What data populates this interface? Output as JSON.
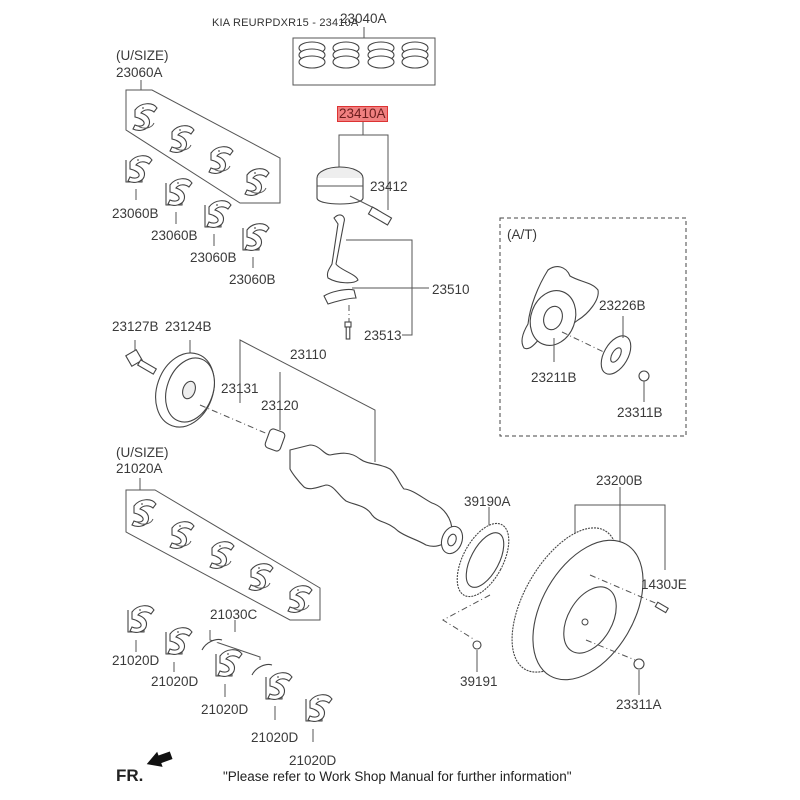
{
  "title": "KIA REURPDXR15 - 23410A",
  "highlighted_part": "23410A",
  "labels": {
    "p23040A": "23040A",
    "p23410A": "23410A",
    "p23412": "23412",
    "p23510": "23510",
    "p23513": "23513",
    "usize_top": "(U/SIZE)",
    "p23060A": "23060A",
    "p23060B_1": "23060B",
    "p23060B_2": "23060B",
    "p23060B_3": "23060B",
    "p23060B_4": "23060B",
    "at_group": "(A/T)",
    "p23226B": "23226B",
    "p23211B": "23211B",
    "p23311B": "23311B",
    "p23127B": "23127B",
    "p23124B": "23124B",
    "p23110": "23110",
    "p23131": "23131",
    "p23120": "23120",
    "usize_bottom": "(U/SIZE)",
    "p21020A": "21020A",
    "p39190A": "39190A",
    "p23200B": "23200B",
    "p1430JE": "1430JE",
    "p39191": "39191",
    "p23311A": "23311A",
    "p21030C": "21030C",
    "p21020D_1": "21020D",
    "p21020D_2": "21020D",
    "p21020D_3": "21020D",
    "p21020D_4": "21020D",
    "p21020D_5": "21020D"
  },
  "footer": {
    "direction_label": "FR.",
    "note": "\"Please refer to Work Shop Manual for further information\""
  },
  "colors": {
    "highlight_fill": "#f08080",
    "highlight_border": "#dd3333"
  }
}
